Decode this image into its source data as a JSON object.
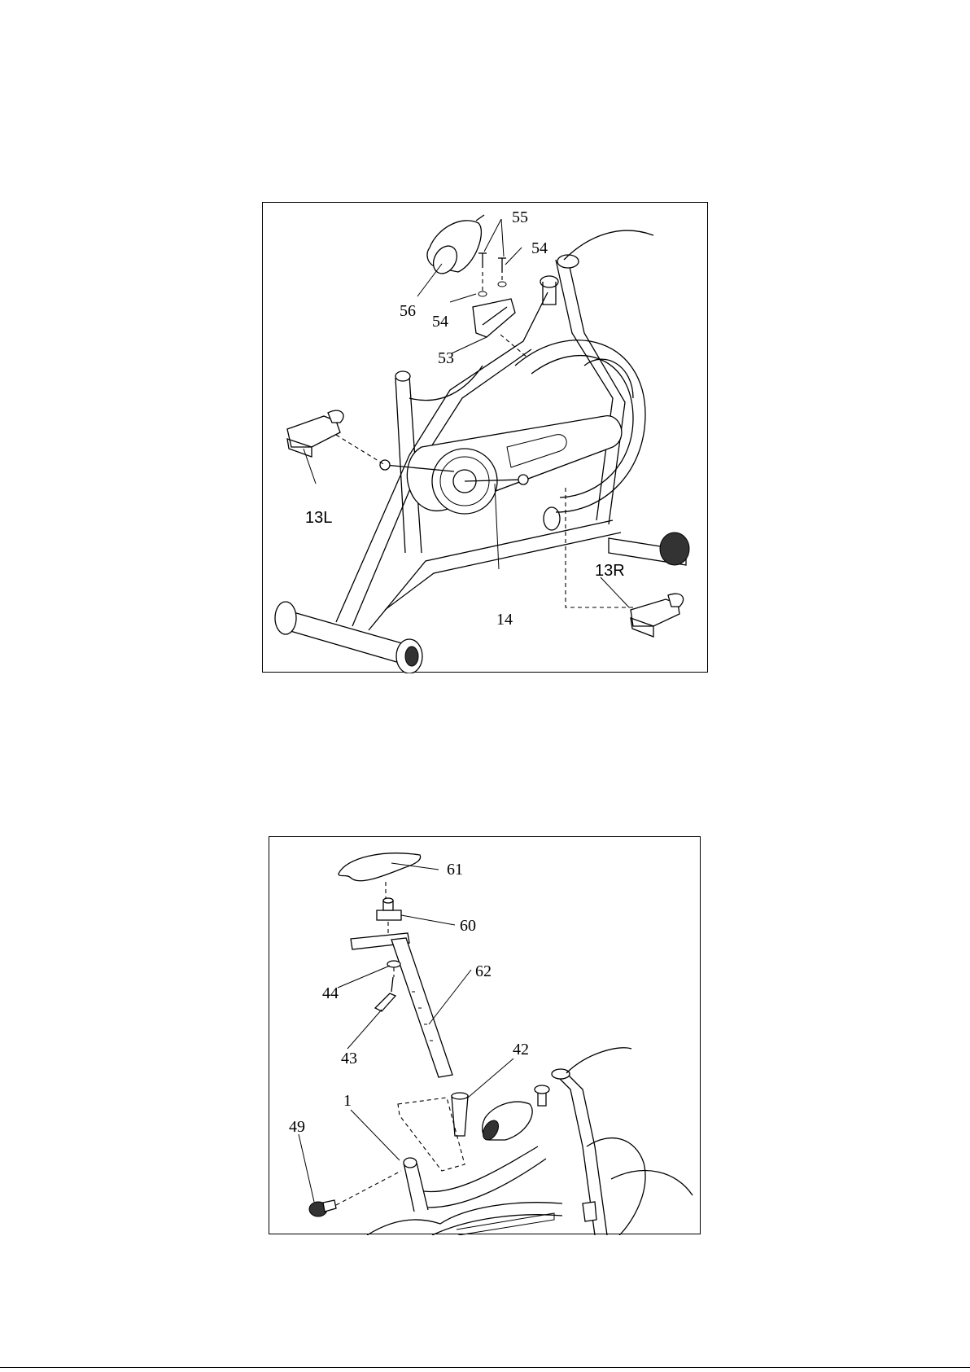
{
  "figure_top": {
    "callouts": [
      "55",
      "54",
      "56",
      "54",
      "53",
      "13L",
      "14",
      "13R"
    ]
  },
  "figure_bottom": {
    "callouts": [
      "61",
      "60",
      "62",
      "44",
      "43",
      "42",
      "1",
      "49"
    ]
  }
}
